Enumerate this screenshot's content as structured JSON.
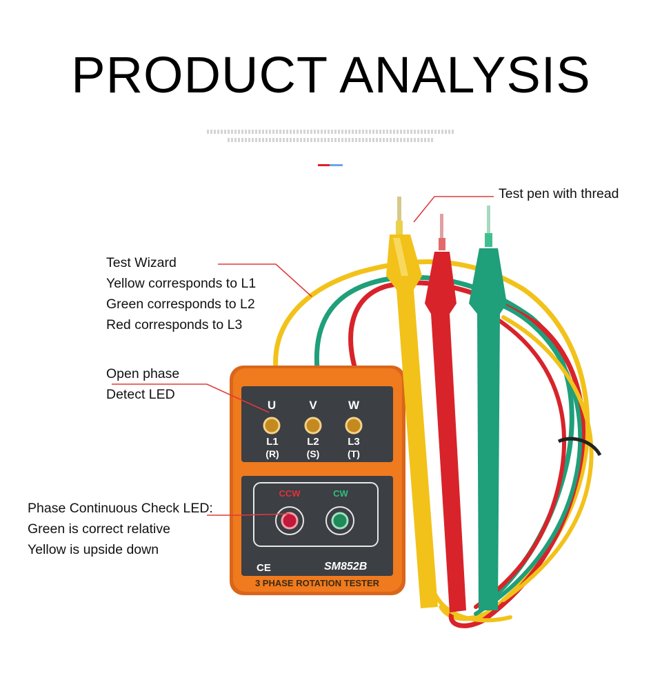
{
  "title": "PRODUCT ANALYSIS",
  "annotations": {
    "test_pen": "Test pen with thread",
    "wizard": [
      "Test Wizard",
      "Yellow corresponds to L1",
      "Green corresponds to L2",
      "Red corresponds to L3"
    ],
    "open_phase": [
      "Open phase",
      "Detect LED"
    ],
    "phase_check": [
      "Phase Continuous Check LED:",
      "Green is correct relative",
      "Yellow is upside down"
    ]
  },
  "device": {
    "phases": [
      {
        "letter": "U",
        "line": "L1",
        "code": "(R)"
      },
      {
        "letter": "V",
        "line": "L2",
        "code": "(S)"
      },
      {
        "letter": "W",
        "line": "L3",
        "code": "(T)"
      }
    ],
    "ccw": "CCW",
    "cw": "CW",
    "ce_mark": "CE",
    "model": "SM852B",
    "name": "3 PHASE ROTATION TESTER"
  },
  "colors": {
    "leader_line": "#e03a3a",
    "device_orange": "#f07a1e",
    "panel": "#3c3f44",
    "yellow_pen": "#f2c21a",
    "red_pen": "#d8232a",
    "green_pen": "#1f9f7a"
  }
}
